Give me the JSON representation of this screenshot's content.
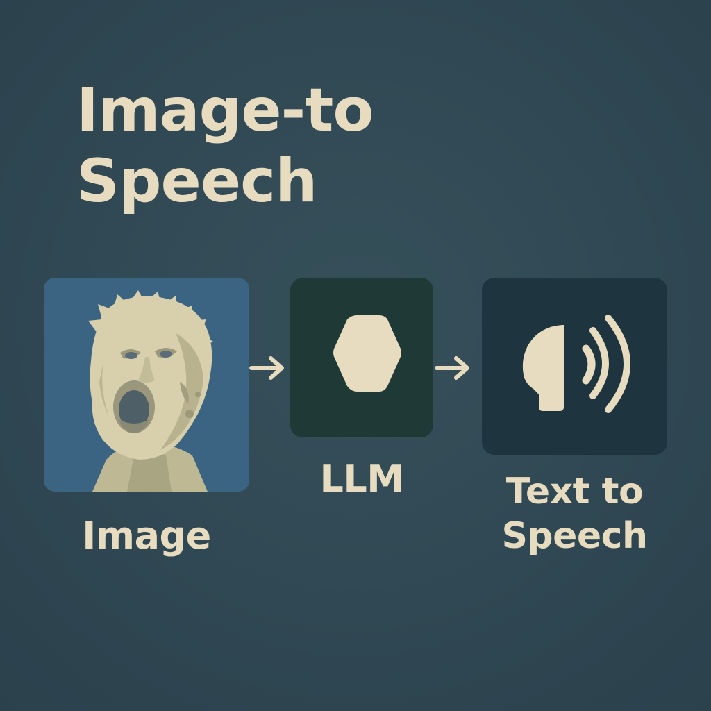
{
  "title": {
    "line1": "Image-to",
    "line2": "Speech"
  },
  "nodes": [
    {
      "label": "Image",
      "icon": "screaming-face-illustration"
    },
    {
      "label": "LLM",
      "icon": "hexagon-icon"
    },
    {
      "label_line1": "Text to",
      "label_line2": "Speech",
      "icon": "speaking-head-icon"
    }
  ],
  "colors": {
    "background": "#304853",
    "text": "#e8dcc0",
    "image_box": "#3b6482",
    "llm_box": "#1f3a36",
    "tts_box": "#1e3540"
  }
}
